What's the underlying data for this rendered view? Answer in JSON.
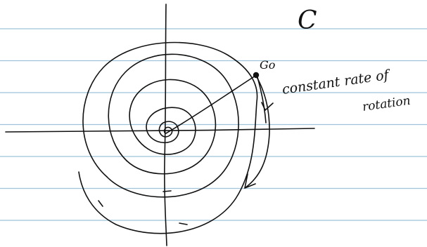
{
  "colors": {
    "background": "#ffffff",
    "ruled_line": "#9ec3da",
    "ink": "#111111"
  },
  "page": {
    "ruled_lines": 7
  },
  "labels": {
    "title": "C",
    "point": "Go",
    "note_line_1": "constant rate of",
    "note_line_2": "rotation"
  }
}
